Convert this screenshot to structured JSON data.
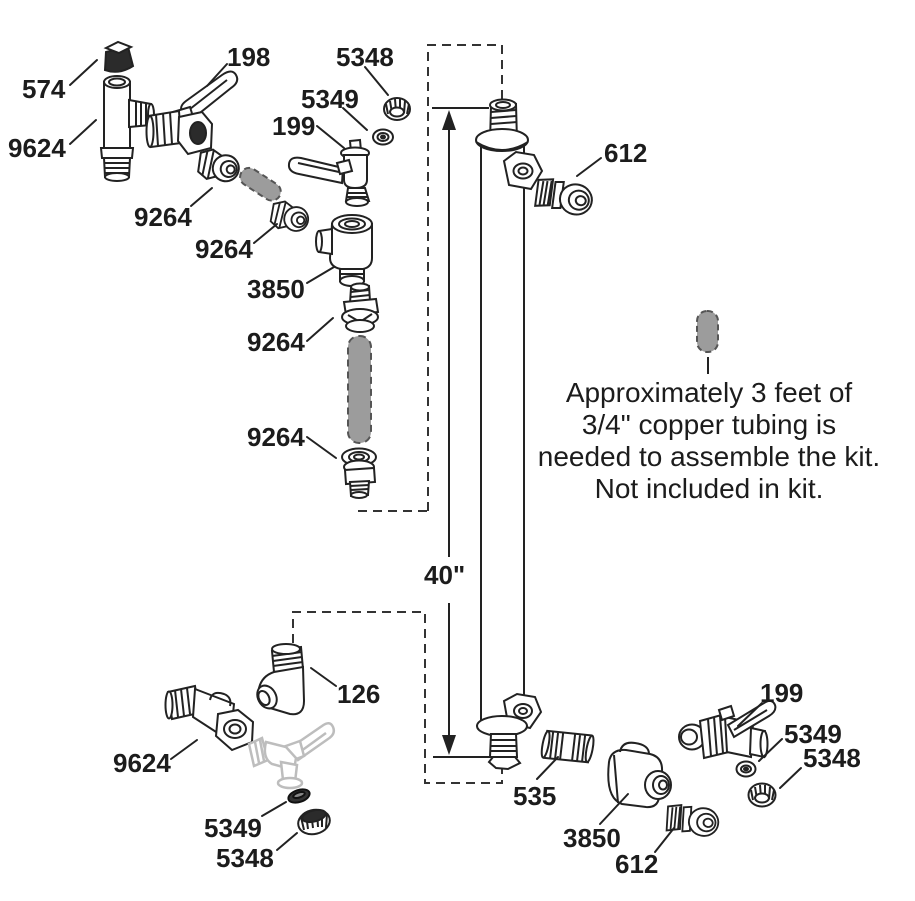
{
  "parts": {
    "574": "574",
    "9624": "9624",
    "198": "198",
    "9264": "9264",
    "3850": "3850",
    "5348": "5348",
    "5349": "5349",
    "199": "199",
    "612": "612",
    "126": "126",
    "535": "535"
  },
  "dimension": {
    "tube_length": "40\""
  },
  "note": {
    "line1": "Approximately 3 feet of",
    "line2": "3/4\" copper tubing is",
    "line3": "needed to assemble the kit.",
    "line4": "Not included in kit."
  },
  "colors": {
    "ink": "#1c1c1c",
    "copper_segment_fill": "#9c9c9c",
    "copper_segment_stroke": "#555555",
    "ghost_part": "#bdbdbd",
    "cap_fill": "#2b2b2b"
  }
}
